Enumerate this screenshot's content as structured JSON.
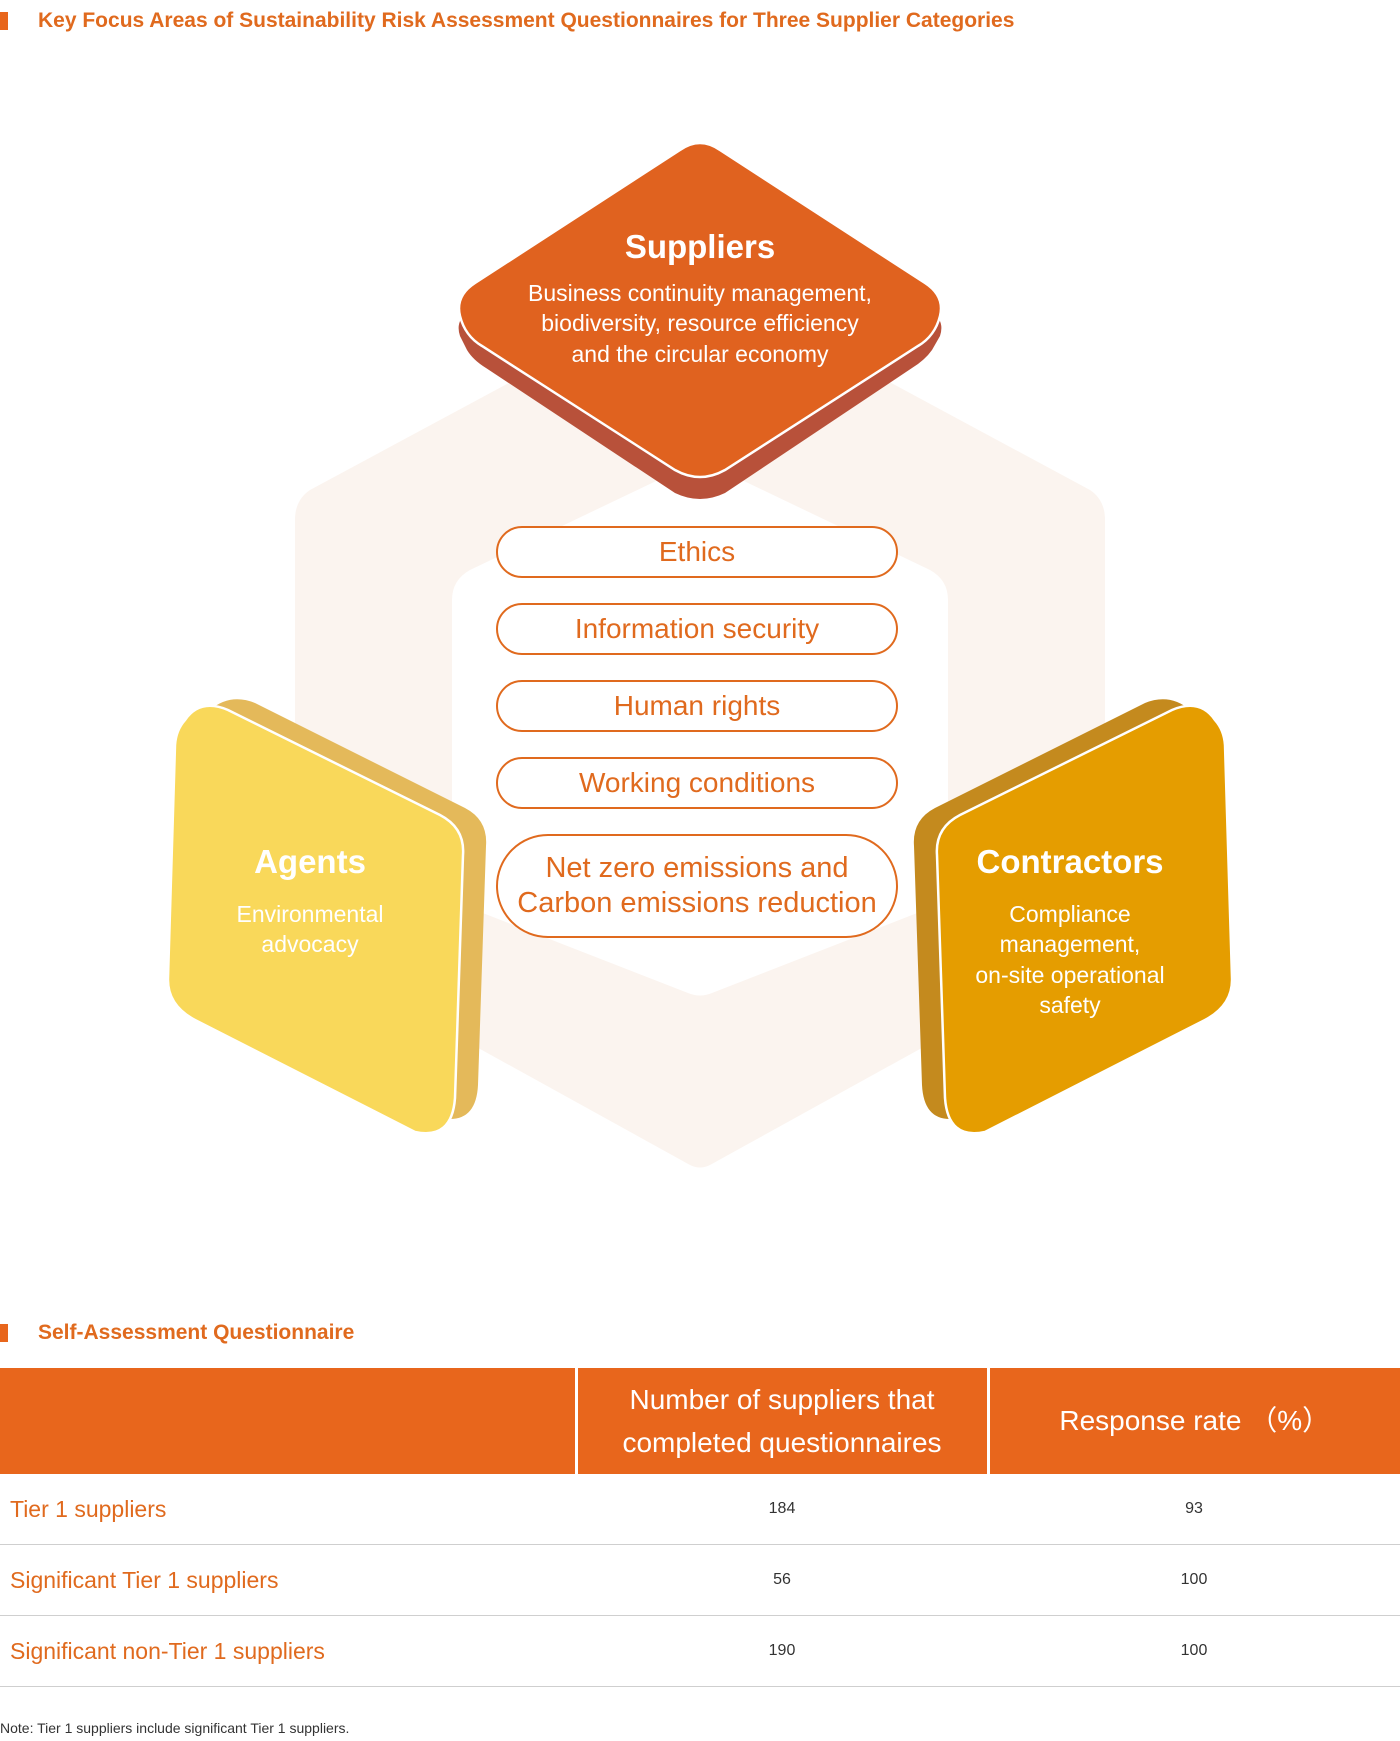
{
  "diagram": {
    "title": "Key Focus Areas of Sustainability Risk Assessment Questionnaires for Three Supplier Categories",
    "colors": {
      "orange": "#e0621f",
      "orange_shadow": "#b8513a",
      "yellow": "#f9d85a",
      "yellow_shadow": "#e4b95a",
      "amber": "#e59d00",
      "amber_shadow": "#c48a1e",
      "background_hexagon": "#fbf4ef"
    },
    "suppliers": {
      "title": "Suppliers",
      "lines": [
        "Business continuity management,",
        "biodiversity, resource efficiency",
        "and the circular economy"
      ]
    },
    "agents": {
      "title": "Agents",
      "lines": [
        "Environmental",
        "advocacy"
      ]
    },
    "contractors": {
      "title": "Contractors",
      "lines": [
        "Compliance",
        "management,",
        "on-site operational",
        "safety"
      ]
    },
    "common_focus": [
      "Ethics",
      "Information security",
      "Human rights",
      "Working conditions",
      "Net zero emissions and Carbon emissions reduction"
    ],
    "common_focus_multiline": [
      "Net zero emissions and",
      "Carbon emissions reduction"
    ]
  },
  "table": {
    "title": "Self-Assessment Questionnaire",
    "headers": [
      "",
      "Number of suppliers that completed questionnaires",
      "Response rate （%）"
    ],
    "header_lines": {
      "col1": [
        "Number of suppliers that",
        "completed questionnaires"
      ],
      "col2": "Response rate （%）"
    },
    "rows": [
      {
        "label": "Tier 1 suppliers",
        "count": "184",
        "rate": "93"
      },
      {
        "label": "Significant Tier 1 suppliers",
        "count": "56",
        "rate": "100"
      },
      {
        "label": "Significant non-Tier 1 suppliers",
        "count": "190",
        "rate": "100"
      }
    ],
    "note": "Note: Tier 1 suppliers include significant Tier 1 suppliers."
  }
}
